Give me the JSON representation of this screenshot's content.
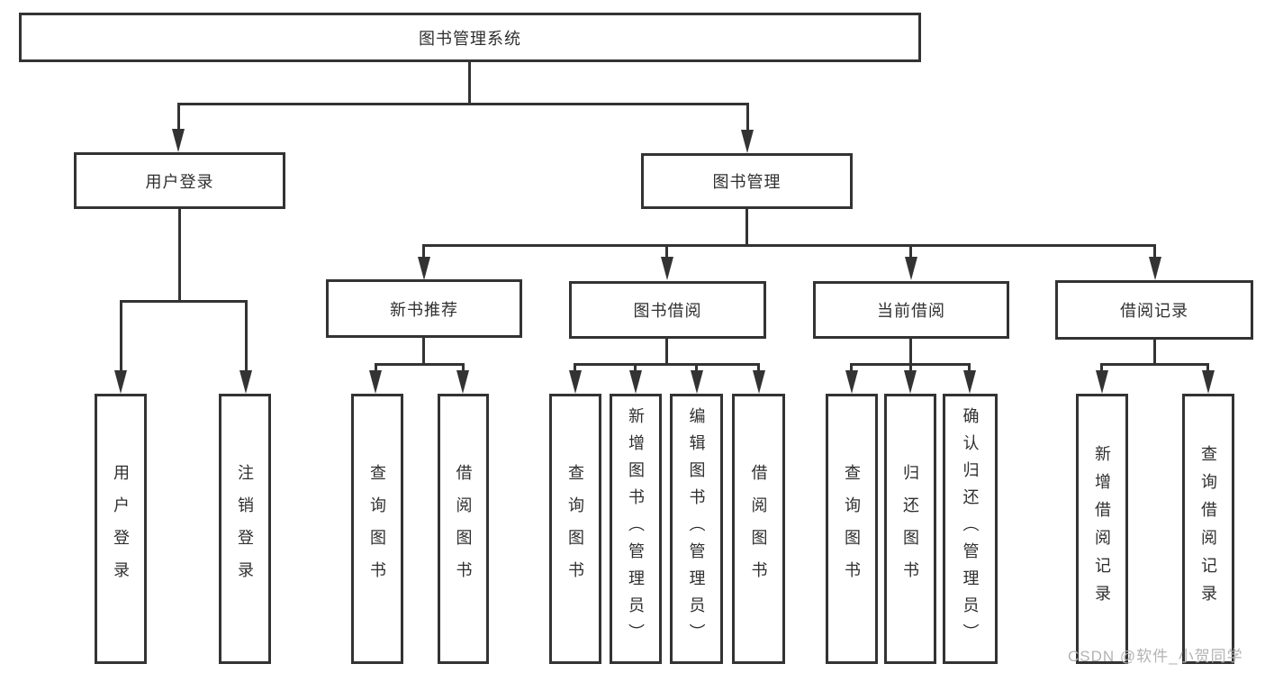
{
  "tree": {
    "root": {
      "label": "图书管理系统"
    },
    "user_branch": {
      "label": "用户登录",
      "children": [
        {
          "label": "用户登录"
        },
        {
          "label": "注销登录"
        }
      ]
    },
    "book_branch": {
      "label": "图书管理",
      "modules": [
        {
          "label": "新书推荐",
          "children": [
            {
              "label": "查询图书"
            },
            {
              "label": "借阅图书"
            }
          ]
        },
        {
          "label": "图书借阅",
          "children": [
            {
              "label": "查询图书"
            },
            {
              "label": "新增图书（管理员）"
            },
            {
              "label": "编辑图书（管理员）"
            },
            {
              "label": "借阅图书"
            }
          ]
        },
        {
          "label": "当前借阅",
          "children": [
            {
              "label": "查询图书"
            },
            {
              "label": "归还图书"
            },
            {
              "label": "确认归还（管理员）"
            }
          ]
        },
        {
          "label": "借阅记录",
          "children": [
            {
              "label": "新增借阅记录"
            },
            {
              "label": "查询借阅记录"
            }
          ]
        }
      ]
    }
  },
  "watermark": "CSDN @软件_小贺同学",
  "colors": {
    "line": "#333333",
    "text": "#2f2f2f",
    "watermark": "#b3b3b3",
    "background": "#ffffff"
  }
}
